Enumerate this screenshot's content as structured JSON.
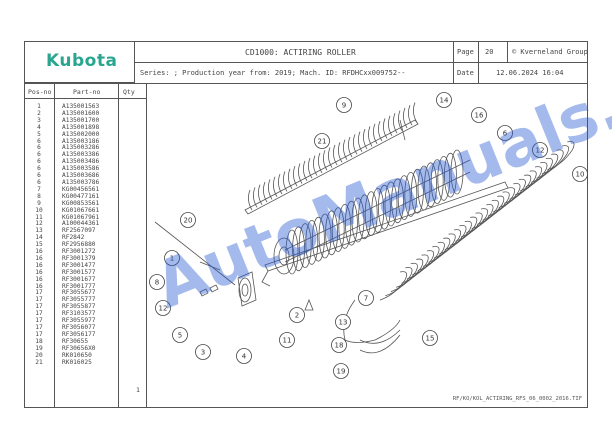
{
  "header": {
    "brand": "Kubota",
    "title": "CD1000: ACTIRING ROLLER",
    "page_label": "Page",
    "page_number": "20",
    "copyright": "© Kverneland Group",
    "series_line": "Series: ; Production year from: 2019; Mach. ID: RFDHCxx009752--",
    "date_label": "Date",
    "date_value": "12.06.2024  16:04"
  },
  "table": {
    "headers": {
      "pos": "Pos-no",
      "part": "Part-no",
      "qty": "Qty"
    },
    "pos": [
      "1",
      "2",
      "3",
      "4",
      "5",
      "6",
      "6",
      "6",
      "6",
      "6",
      "6",
      "6",
      "7",
      "8",
      "9",
      "10",
      "11",
      "12",
      "13",
      "14",
      "15",
      "16",
      "16",
      "16",
      "16",
      "16",
      "16",
      "17",
      "17",
      "17",
      "17",
      "17",
      "17",
      "17",
      "18",
      "19",
      "20",
      "21"
    ],
    "parts": [
      "A135001563",
      "A135001600",
      "A135001700",
      "A135001898",
      "A135002000",
      "A135003186",
      "A135003286",
      "A135003386",
      "A135003486",
      "A135003586",
      "A135003686",
      "A135003786",
      "KG00456561",
      "KG00477161",
      "KG00853561",
      "KG01067661",
      "KG01067961",
      "A100044361",
      "RF2567097",
      "RF2842",
      "RF2956880",
      "RF3001272",
      "RF3001379",
      "RF3001477",
      "RF3001577",
      "RF3001677",
      "RF3001777",
      "RF3055677",
      "RF3055777",
      "RF3055877",
      "RF3103577",
      "RF3055977",
      "RF3056077",
      "RF3056177",
      "RF30655",
      "RF30656X0",
      "RK010650",
      "RK016025"
    ],
    "qty": [
      "1"
    ]
  },
  "diagram": {
    "callouts": [
      "9",
      "14",
      "16",
      "21",
      "12",
      "10",
      "20",
      "8",
      "12",
      "5",
      "3",
      "4",
      "11",
      "2",
      "7",
      "13",
      "18",
      "15",
      "19",
      "1",
      "6"
    ]
  },
  "footer": {
    "file_code": "RF/KO/KOL_ACTIRING_RFS_06_0002_2016.TIF"
  },
  "watermark": {
    "text": "AutoManuals.net"
  }
}
